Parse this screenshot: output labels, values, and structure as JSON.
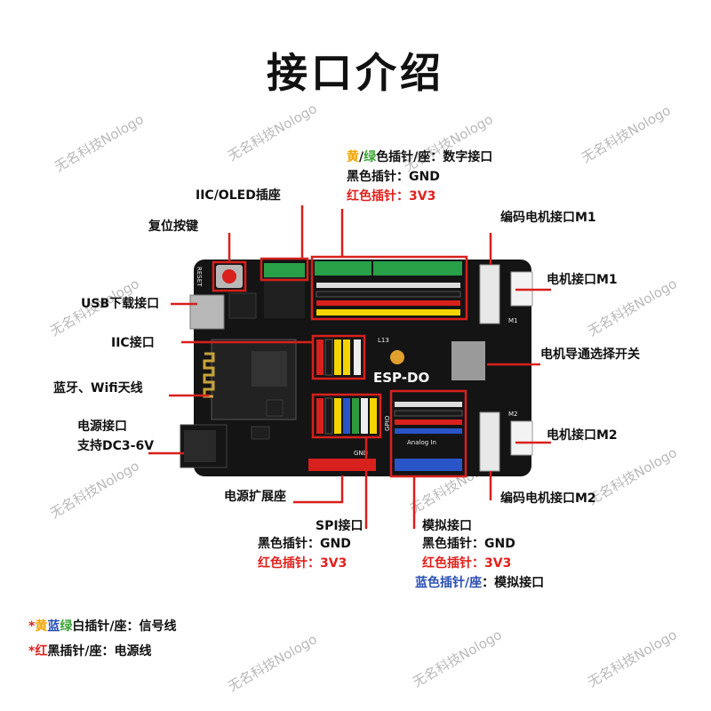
{
  "title": "接口介绍",
  "watermark": "无名科技Nologo",
  "board": {
    "name": "ESP-DO",
    "marks": {
      "reset": "RESET",
      "analog": "Analog In",
      "gpio": "GPIO",
      "gnd": "GND",
      "m1": "M1",
      "m2": "M2",
      "l13": "L13"
    }
  },
  "labels": {
    "iic_oled": "IIC/OLED插座",
    "reset_key": "复位按键",
    "usb": "USB下载接口",
    "iic": "IIC接口",
    "bt_wifi": "蓝牙、Wifi天线",
    "power_in_1": "电源接口",
    "power_in_2": "支持DC3-6V",
    "power_ext": "电源扩展座",
    "digital_yellow": "黄",
    "digital_slash1": "/",
    "digital_green": "绿",
    "digital_rest": "色插针/座：数字接口",
    "digital_black": "黑色插针：GND",
    "digital_red": "红色插针：3V3",
    "enc_m1": "编码电机接口M1",
    "motor_m1": "电机接口M1",
    "motor_switch": "电机导通选择开关",
    "motor_m2": "电机接口M2",
    "enc_m2": "编码电机接口M2",
    "spi_title": "SPI接口",
    "spi_black": "黑色插针：GND",
    "spi_red": "红色插针：3V3",
    "analog_title": "模拟接口",
    "analog_black": "黑色插针：GND",
    "analog_red": "红色插针：3V3",
    "analog_blue": "蓝色插针/座",
    "analog_blue_rest": "：模拟接口"
  },
  "notes": {
    "signal_star": "*",
    "signal_yellow": "黄",
    "signal_blue": "蓝",
    "signal_green": "绿",
    "signal_rest": "白插针/座：信号线",
    "power_star": "*",
    "power_red": "红",
    "power_rest": "黑插针/座：电源线"
  },
  "colors": {
    "board": "#141414",
    "callout": "#d8201c",
    "header_yellow": "#f5d400",
    "header_red": "#d8201c",
    "header_green": "#2f9a3a",
    "header_blue": "#2a55c8",
    "header_white": "#eeeeee",
    "socket_green": "#27a048"
  }
}
